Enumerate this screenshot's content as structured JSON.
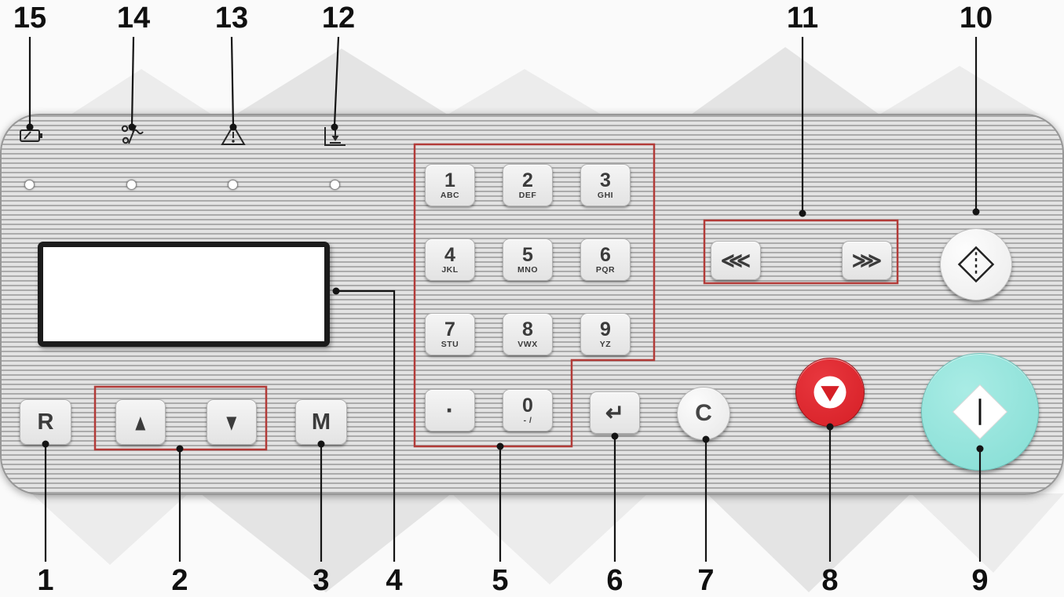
{
  "colors": {
    "accent-red": "#b23b38",
    "stop-red": "#d61f26",
    "stop-red-light": "#e8373e",
    "start-teal": "#84ddd4",
    "start-teal-light": "#a9ece5"
  },
  "callouts": {
    "top": [
      {
        "label": "15"
      },
      {
        "label": "14"
      },
      {
        "label": "13"
      },
      {
        "label": "12"
      },
      {
        "label": "11"
      },
      {
        "label": "10"
      }
    ],
    "bottom": [
      {
        "label": "1"
      },
      {
        "label": "2"
      },
      {
        "label": "3"
      },
      {
        "label": "4"
      },
      {
        "label": "5"
      },
      {
        "label": "6"
      },
      {
        "label": "7"
      },
      {
        "label": "8"
      },
      {
        "label": "9"
      }
    ]
  },
  "panel": {
    "display": {
      "value": ""
    },
    "buttons": {
      "reset": {
        "label": "R"
      },
      "up": {
        "glyph": "▲"
      },
      "down": {
        "glyph": "▼"
      },
      "memory": {
        "label": "M"
      },
      "enter": {
        "glyph": "↵"
      },
      "clear": {
        "label": "C"
      },
      "back": {
        "glyph": "⋘"
      },
      "forward": {
        "glyph": "⋙"
      }
    },
    "keypad": [
      {
        "digit": "1",
        "letters": "ABC"
      },
      {
        "digit": "2",
        "letters": "DEF"
      },
      {
        "digit": "3",
        "letters": "GHI"
      },
      {
        "digit": "4",
        "letters": "JKL"
      },
      {
        "digit": "5",
        "letters": "MNO"
      },
      {
        "digit": "6",
        "letters": "PQR"
      },
      {
        "digit": "7",
        "letters": "STU"
      },
      {
        "digit": "8",
        "letters": "VWX"
      },
      {
        "digit": "9",
        "letters": "YZ"
      },
      {
        "digit": "·",
        "letters": ""
      },
      {
        "digit": "0",
        "letters": "- /"
      }
    ]
  }
}
